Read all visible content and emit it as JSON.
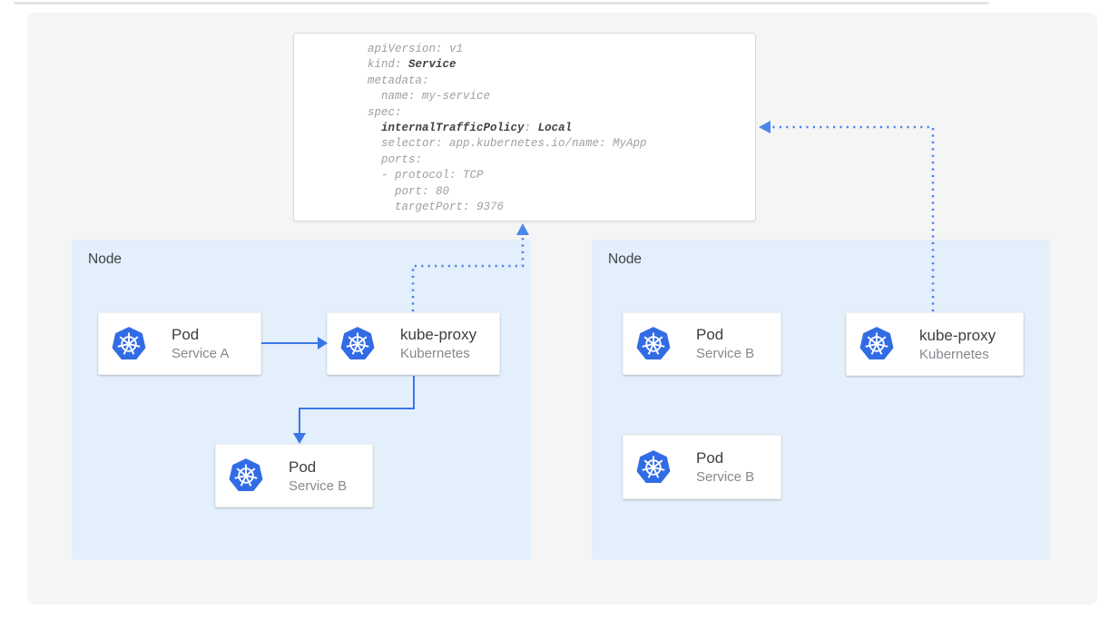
{
  "colors": {
    "kubernetes_blue": "#326ce5",
    "arrow_blue": "#3b76e8",
    "dotted_arrow_blue": "#4c85ec",
    "node_background": "#e3effb",
    "panel_background": "#f5f5f6",
    "icon_white": "#ffffff"
  },
  "yaml_card": {
    "l1": "apiVersion: v1",
    "l2a": "kind: ",
    "l2b": "Service",
    "l3": "metadata:",
    "l4": "  name: my-service",
    "l5": "spec:",
    "l6a": "  ",
    "l6b": "internalTrafficPolicy",
    "l6c": ": ",
    "l6d": "Local",
    "l7": "  selector: app.kubernetes.io/name: MyApp",
    "l8": "  ports:",
    "l9": "  - protocol: TCP",
    "l10": "    port: 80",
    "l11": "    targetPort: 9376"
  },
  "left_node": {
    "label": "Node",
    "pod_a": {
      "title": "Pod",
      "subtitle": "Service A"
    },
    "kube_proxy": {
      "title": "kube-proxy",
      "subtitle": "Kubernetes"
    },
    "pod_b": {
      "title": "Pod",
      "subtitle": "Service B"
    }
  },
  "right_node": {
    "label": "Node",
    "pod_b_top": {
      "title": "Pod",
      "subtitle": "Service B"
    },
    "kube_proxy": {
      "title": "kube-proxy",
      "subtitle": "Kubernetes"
    },
    "pod_b_bottom": {
      "title": "Pod",
      "subtitle": "Service B"
    }
  }
}
